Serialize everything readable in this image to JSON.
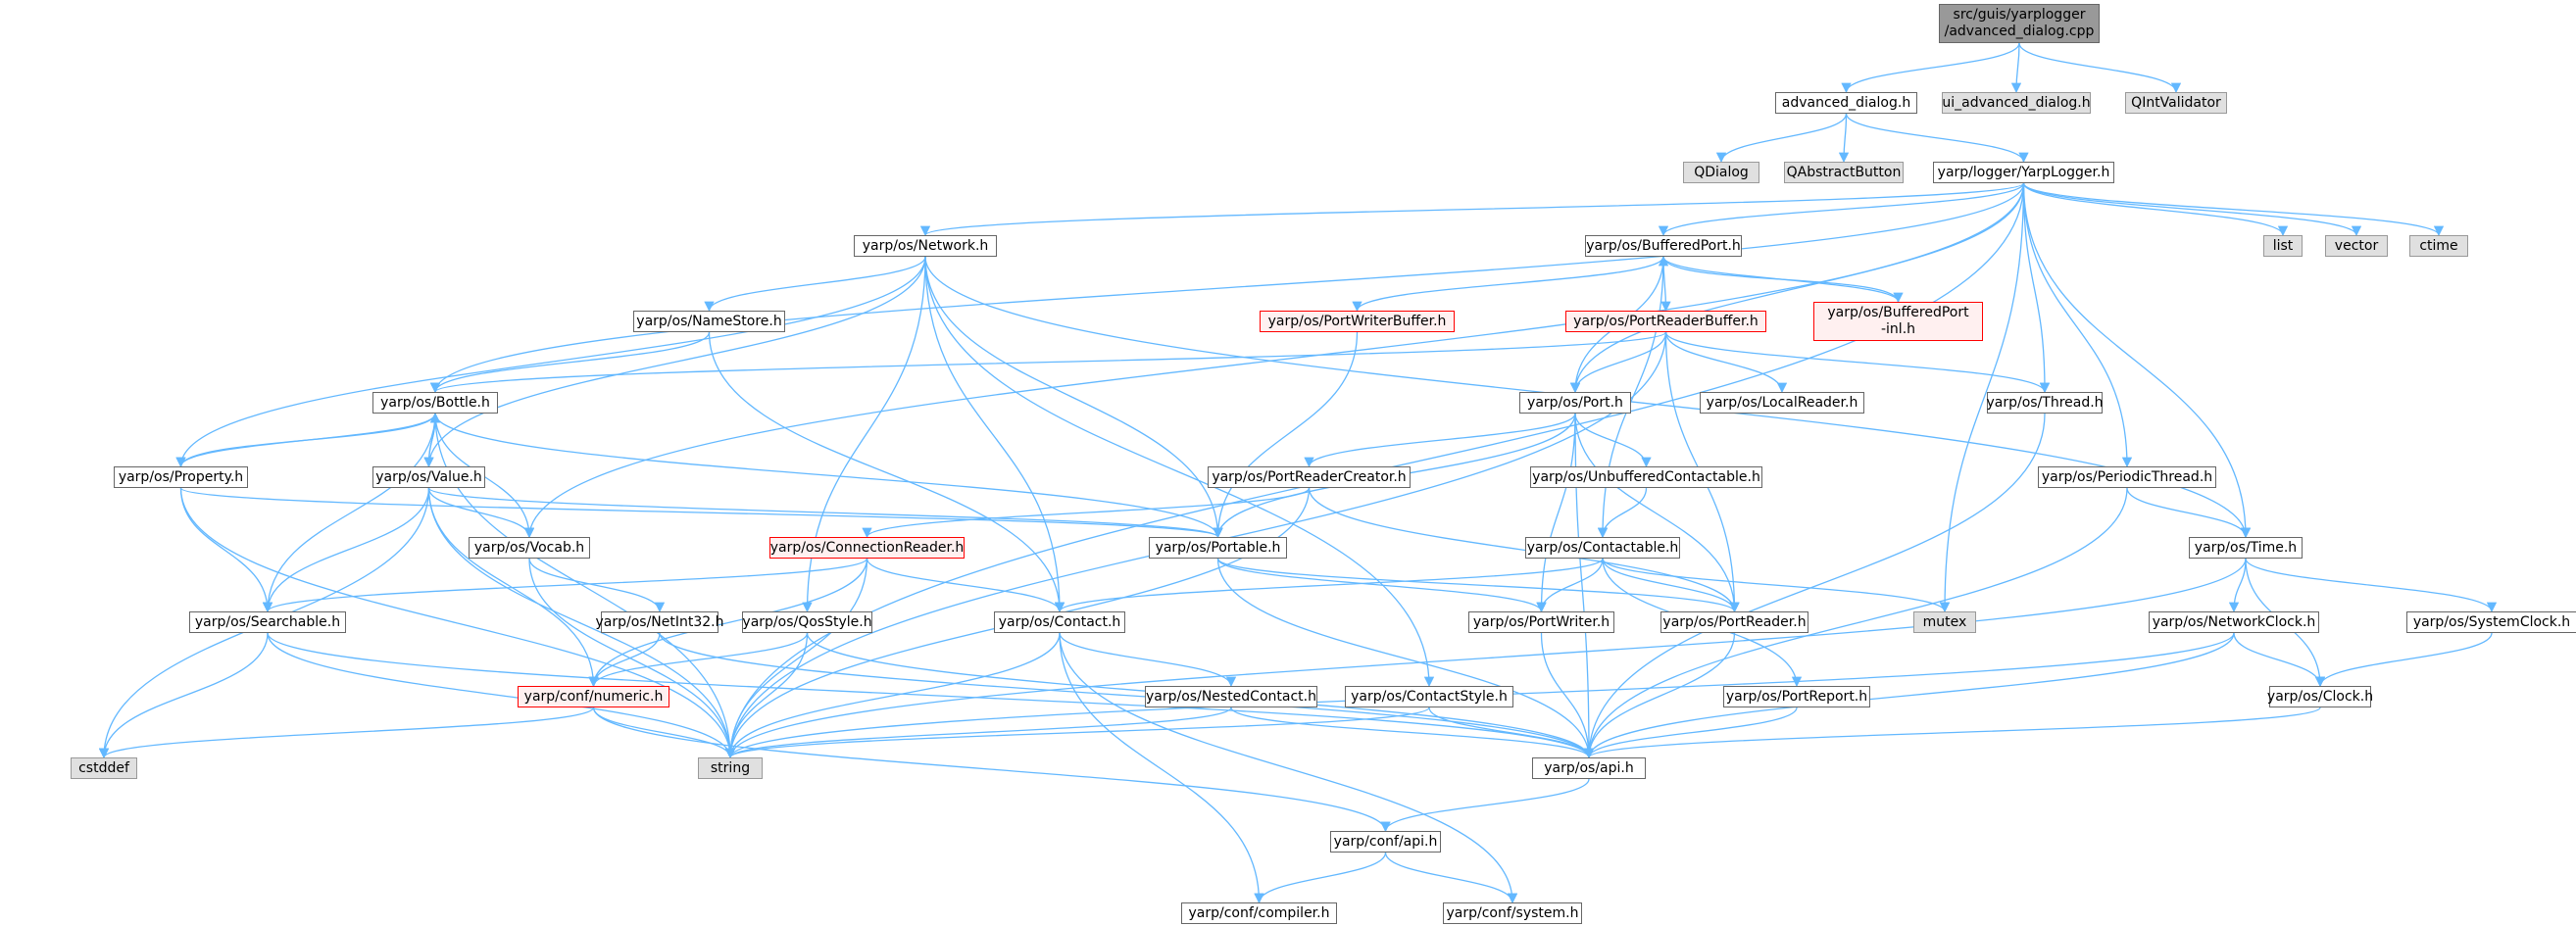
{
  "colors": {
    "edge": "#63b8ff",
    "node_border": "#666666",
    "truncated_border": "#ff0000",
    "root_fill": "#999999",
    "system_fill": "#e0e0e0"
  },
  "nodes": [
    {
      "id": "root",
      "label": "src/guis/yarplogger\n/advanced_dialog.cpp",
      "kind": "root"
    },
    {
      "id": "adv",
      "label": "advanced_dialog.h",
      "kind": "file"
    },
    {
      "id": "uiadv",
      "label": "ui_advanced_dialog.h",
      "kind": "std"
    },
    {
      "id": "qintval",
      "label": "QIntValidator",
      "kind": "std"
    },
    {
      "id": "qdialog",
      "label": "QDialog",
      "kind": "std"
    },
    {
      "id": "qabsbtn",
      "label": "QAbstractButton",
      "kind": "std"
    },
    {
      "id": "yarplogger",
      "label": "yarp/logger/YarpLogger.h",
      "kind": "file"
    },
    {
      "id": "network",
      "label": "yarp/os/Network.h",
      "kind": "file"
    },
    {
      "id": "bufport",
      "label": "yarp/os/BufferedPort.h",
      "kind": "file"
    },
    {
      "id": "list",
      "label": "list",
      "kind": "std"
    },
    {
      "id": "vector",
      "label": "vector",
      "kind": "std"
    },
    {
      "id": "ctime",
      "label": "ctime",
      "kind": "std"
    },
    {
      "id": "portwriterbuf",
      "label": "yarp/os/PortWriterBuffer.h",
      "kind": "trunc"
    },
    {
      "id": "portreaderbuf",
      "label": "yarp/os/PortReaderBuffer.h",
      "kind": "trunc"
    },
    {
      "id": "bufportinl",
      "label": "yarp/os/BufferedPort\n-inl.h",
      "kind": "trunc"
    },
    {
      "id": "namestore",
      "label": "yarp/os/NameStore.h",
      "kind": "file"
    },
    {
      "id": "bottle",
      "label": "yarp/os/Bottle.h",
      "kind": "file"
    },
    {
      "id": "port",
      "label": "yarp/os/Port.h",
      "kind": "file"
    },
    {
      "id": "localreader",
      "label": "yarp/os/LocalReader.h",
      "kind": "file"
    },
    {
      "id": "thread",
      "label": "yarp/os/Thread.h",
      "kind": "file"
    },
    {
      "id": "property",
      "label": "yarp/os/Property.h",
      "kind": "file"
    },
    {
      "id": "value",
      "label": "yarp/os/Value.h",
      "kind": "file"
    },
    {
      "id": "portreadercreator",
      "label": "yarp/os/PortReaderCreator.h",
      "kind": "file"
    },
    {
      "id": "unbufcontact",
      "label": "yarp/os/UnbufferedContactable.h",
      "kind": "file"
    },
    {
      "id": "periodicthread",
      "label": "yarp/os/PeriodicThread.h",
      "kind": "file"
    },
    {
      "id": "connreader",
      "label": "yarp/os/ConnectionReader.h",
      "kind": "trunc"
    },
    {
      "id": "vocab",
      "label": "yarp/os/Vocab.h",
      "kind": "file"
    },
    {
      "id": "portable",
      "label": "yarp/os/Portable.h",
      "kind": "file"
    },
    {
      "id": "contactable",
      "label": "yarp/os/Contactable.h",
      "kind": "file"
    },
    {
      "id": "time",
      "label": "yarp/os/Time.h",
      "kind": "file"
    },
    {
      "id": "searchable",
      "label": "yarp/os/Searchable.h",
      "kind": "file"
    },
    {
      "id": "netint32",
      "label": "yarp/os/NetInt32.h",
      "kind": "file"
    },
    {
      "id": "qosstyle",
      "label": "yarp/os/QosStyle.h",
      "kind": "file"
    },
    {
      "id": "contact",
      "label": "yarp/os/Contact.h",
      "kind": "file"
    },
    {
      "id": "portwriter",
      "label": "yarp/os/PortWriter.h",
      "kind": "file"
    },
    {
      "id": "portreader",
      "label": "yarp/os/PortReader.h",
      "kind": "file"
    },
    {
      "id": "mutex",
      "label": "mutex",
      "kind": "std"
    },
    {
      "id": "networkclock",
      "label": "yarp/os/NetworkClock.h",
      "kind": "file"
    },
    {
      "id": "systemclock",
      "label": "yarp/os/SystemClock.h",
      "kind": "file"
    },
    {
      "id": "numeric",
      "label": "yarp/conf/numeric.h",
      "kind": "trunc"
    },
    {
      "id": "nestedcontact",
      "label": "yarp/os/NestedContact.h",
      "kind": "file"
    },
    {
      "id": "contactstyle",
      "label": "yarp/os/ContactStyle.h",
      "kind": "file"
    },
    {
      "id": "portreport",
      "label": "yarp/os/PortReport.h",
      "kind": "file"
    },
    {
      "id": "clock",
      "label": "yarp/os/Clock.h",
      "kind": "file"
    },
    {
      "id": "cstddef",
      "label": "cstddef",
      "kind": "std"
    },
    {
      "id": "string",
      "label": "string",
      "kind": "std"
    },
    {
      "id": "osapi",
      "label": "yarp/os/api.h",
      "kind": "file"
    },
    {
      "id": "confapi",
      "label": "yarp/conf/api.h",
      "kind": "file"
    },
    {
      "id": "compiler",
      "label": "yarp/conf/compiler.h",
      "kind": "file"
    },
    {
      "id": "system",
      "label": "yarp/conf/system.h",
      "kind": "file"
    }
  ],
  "edges": [
    [
      "root",
      "adv"
    ],
    [
      "root",
      "uiadv"
    ],
    [
      "root",
      "qintval"
    ],
    [
      "adv",
      "qdialog"
    ],
    [
      "adv",
      "qabsbtn"
    ],
    [
      "adv",
      "yarplogger"
    ],
    [
      "yarplogger",
      "network"
    ],
    [
      "yarplogger",
      "bufport"
    ],
    [
      "yarplogger",
      "list"
    ],
    [
      "yarplogger",
      "vector"
    ],
    [
      "yarplogger",
      "ctime"
    ],
    [
      "yarplogger",
      "bottle"
    ],
    [
      "yarplogger",
      "port"
    ],
    [
      "yarplogger",
      "thread"
    ],
    [
      "yarplogger",
      "periodicthread"
    ],
    [
      "yarplogger",
      "time"
    ],
    [
      "yarplogger",
      "mutex"
    ],
    [
      "yarplogger",
      "string"
    ],
    [
      "yarplogger",
      "vocab"
    ],
    [
      "network",
      "namestore"
    ],
    [
      "network",
      "property"
    ],
    [
      "network",
      "value"
    ],
    [
      "network",
      "portable"
    ],
    [
      "network",
      "contact"
    ],
    [
      "network",
      "qosstyle"
    ],
    [
      "network",
      "contactstyle"
    ],
    [
      "network",
      "time"
    ],
    [
      "bufport",
      "portwriterbuf"
    ],
    [
      "bufport",
      "portreaderbuf"
    ],
    [
      "bufport",
      "bufportinl"
    ],
    [
      "bufport",
      "port"
    ],
    [
      "bufport",
      "contactable"
    ],
    [
      "bufportinl",
      "bufport"
    ],
    [
      "portwriterbuf",
      "portable"
    ],
    [
      "portreaderbuf",
      "bottle"
    ],
    [
      "portreaderbuf",
      "port"
    ],
    [
      "portreaderbuf",
      "localreader"
    ],
    [
      "portreaderbuf",
      "thread"
    ],
    [
      "portreaderbuf",
      "portreader"
    ],
    [
      "portreaderbuf",
      "string"
    ],
    [
      "namestore",
      "bottle"
    ],
    [
      "namestore",
      "contact"
    ],
    [
      "bottle",
      "property"
    ],
    [
      "bottle",
      "value"
    ],
    [
      "bottle",
      "vocab"
    ],
    [
      "bottle",
      "portable"
    ],
    [
      "bottle",
      "searchable"
    ],
    [
      "bottle",
      "string"
    ],
    [
      "property",
      "bottle"
    ],
    [
      "property",
      "searchable"
    ],
    [
      "property",
      "portable"
    ],
    [
      "property",
      "string"
    ],
    [
      "value",
      "bottle"
    ],
    [
      "value",
      "vocab"
    ],
    [
      "value",
      "portable"
    ],
    [
      "value",
      "searchable"
    ],
    [
      "value",
      "numeric"
    ],
    [
      "value",
      "string"
    ],
    [
      "value",
      "cstddef"
    ],
    [
      "port",
      "portreadercreator"
    ],
    [
      "port",
      "unbufcontact"
    ],
    [
      "port",
      "portable"
    ],
    [
      "port",
      "portwriter"
    ],
    [
      "port",
      "portreader"
    ],
    [
      "port",
      "osapi"
    ],
    [
      "portreadercreator",
      "connreader"
    ],
    [
      "portreadercreator",
      "portreader"
    ],
    [
      "portreadercreator",
      "string"
    ],
    [
      "unbufcontact",
      "contactable"
    ],
    [
      "thread",
      "osapi"
    ],
    [
      "periodicthread",
      "time"
    ],
    [
      "periodicthread",
      "osapi"
    ],
    [
      "connreader",
      "searchable"
    ],
    [
      "connreader",
      "contact"
    ],
    [
      "connreader",
      "numeric"
    ],
    [
      "connreader",
      "string"
    ],
    [
      "vocab",
      "netint32"
    ],
    [
      "vocab",
      "string"
    ],
    [
      "portable",
      "portwriter"
    ],
    [
      "portable",
      "portreader"
    ],
    [
      "portable",
      "osapi"
    ],
    [
      "contactable",
      "contact"
    ],
    [
      "contactable",
      "portwriter"
    ],
    [
      "contactable",
      "portreader"
    ],
    [
      "contactable",
      "portreport"
    ],
    [
      "contactable",
      "mutex"
    ],
    [
      "time",
      "networkclock"
    ],
    [
      "time",
      "systemclock"
    ],
    [
      "time",
      "clock"
    ],
    [
      "time",
      "string"
    ],
    [
      "searchable",
      "cstddef"
    ],
    [
      "searchable",
      "string"
    ],
    [
      "searchable",
      "osapi"
    ],
    [
      "netint32",
      "numeric"
    ],
    [
      "netint32",
      "osapi"
    ],
    [
      "qosstyle",
      "numeric"
    ],
    [
      "qosstyle",
      "string"
    ],
    [
      "qosstyle",
      "osapi"
    ],
    [
      "contact",
      "nestedcontact"
    ],
    [
      "contact",
      "string"
    ],
    [
      "contact",
      "compiler"
    ],
    [
      "contact",
      "system"
    ],
    [
      "portwriter",
      "osapi"
    ],
    [
      "portreader",
      "osapi"
    ],
    [
      "networkclock",
      "clock"
    ],
    [
      "networkclock",
      "string"
    ],
    [
      "networkclock",
      "osapi"
    ],
    [
      "systemclock",
      "clock"
    ],
    [
      "numeric",
      "cstddef"
    ],
    [
      "numeric",
      "string"
    ],
    [
      "numeric",
      "confapi"
    ],
    [
      "nestedcontact",
      "string"
    ],
    [
      "nestedcontact",
      "osapi"
    ],
    [
      "contactstyle",
      "string"
    ],
    [
      "contactstyle",
      "osapi"
    ],
    [
      "portreport",
      "osapi"
    ],
    [
      "clock",
      "osapi"
    ],
    [
      "osapi",
      "confapi"
    ],
    [
      "confapi",
      "compiler"
    ],
    [
      "confapi",
      "system"
    ]
  ]
}
